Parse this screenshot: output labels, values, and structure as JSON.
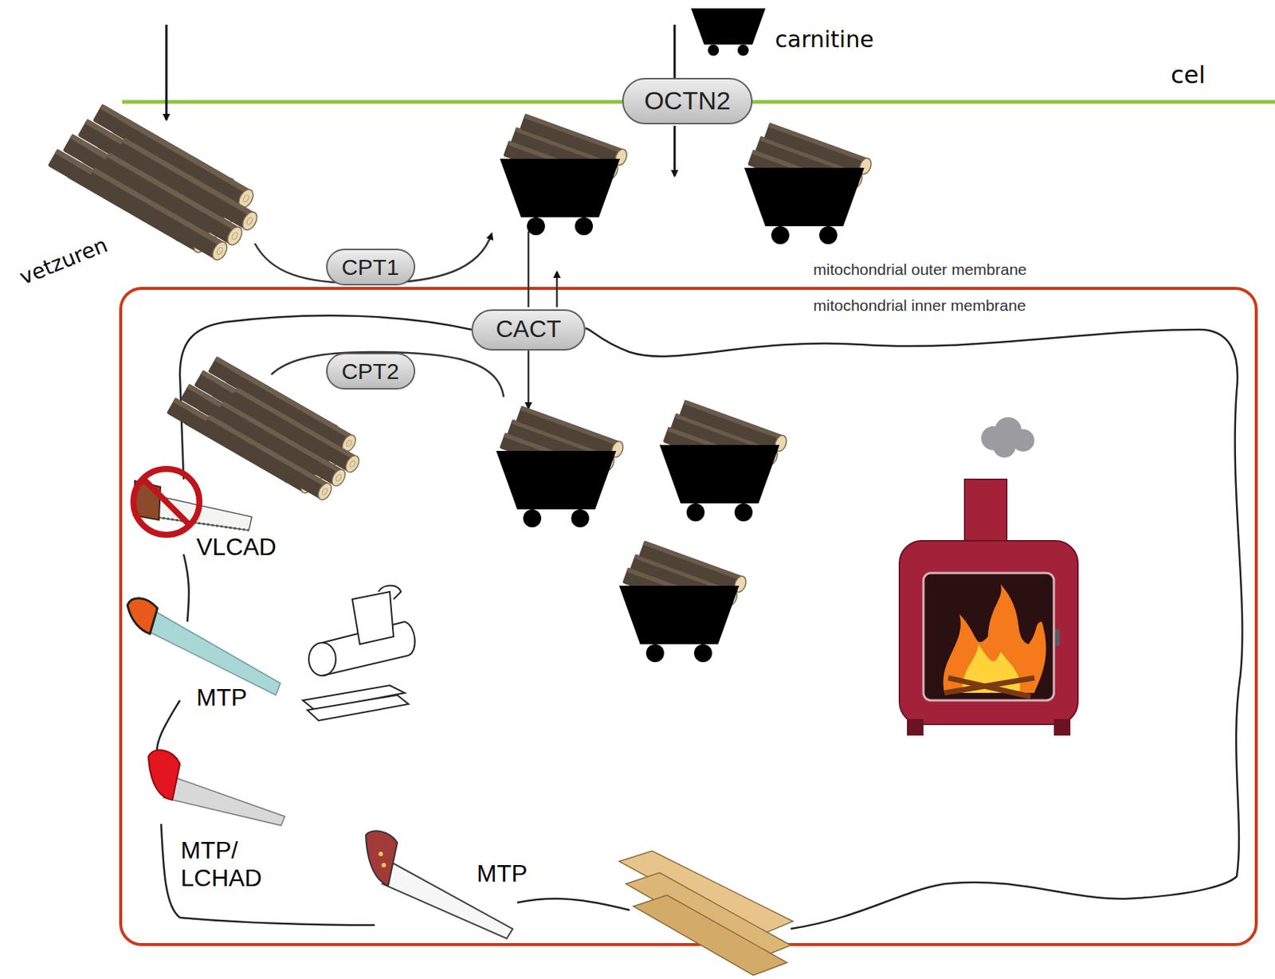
{
  "diagram": {
    "nodes": [
      {
        "text": [
          "OCTN2"
        ]
      },
      {
        "text": [
          "CPT1"
        ]
      },
      {
        "text": [
          "CACT"
        ]
      },
      {
        "text": [
          "CPT2"
        ]
      }
    ],
    "labels": [
      "carnitine",
      "cel",
      "vetzuren",
      "mitochondrial outer membrane",
      "mitochondrial inner membrane",
      "VLCAD",
      "MTP",
      "MTP/ LCHAD",
      "MTP"
    ]
  }
}
